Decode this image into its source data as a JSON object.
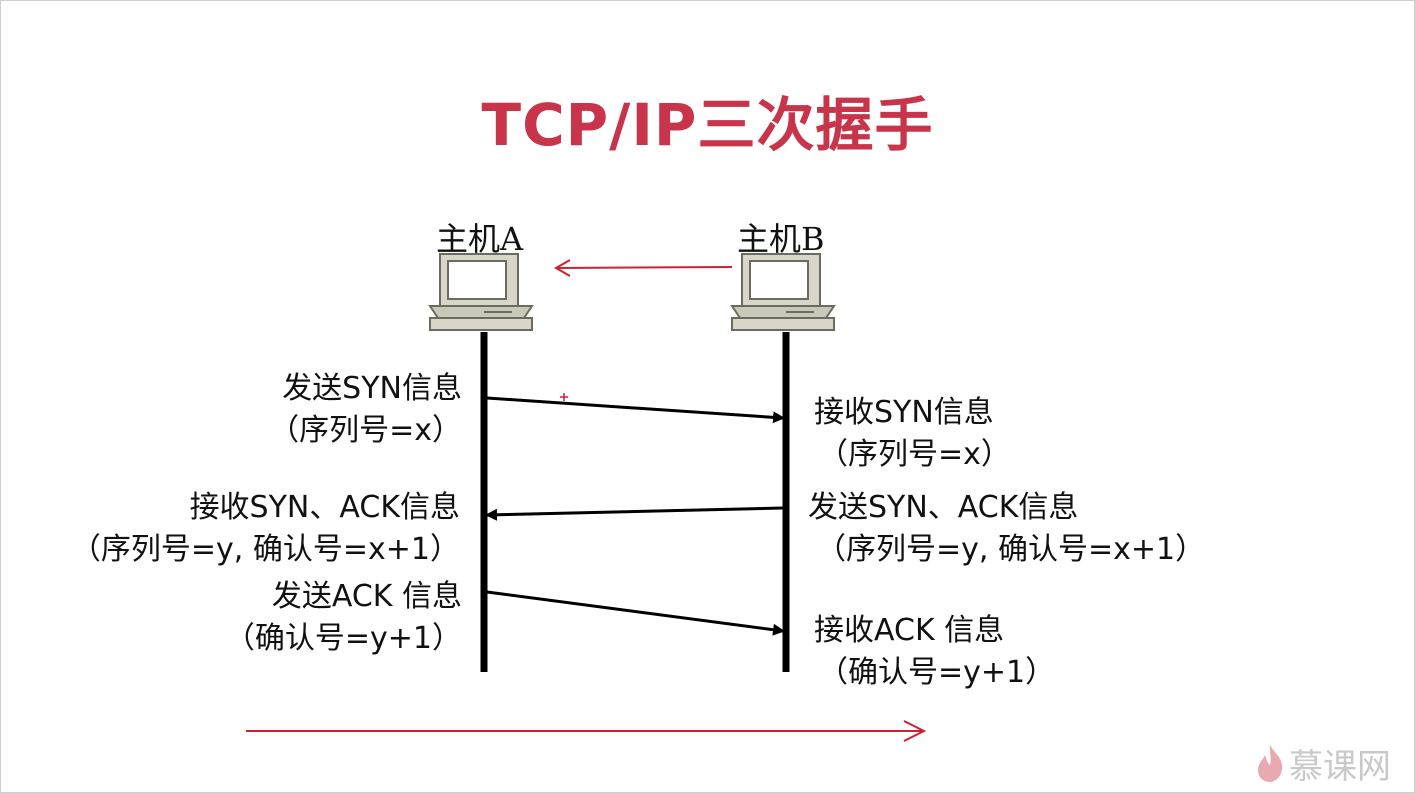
{
  "title": "TCP/IP三次握手",
  "hosts": {
    "a": "主机A",
    "b": "主机B"
  },
  "steps": [
    {
      "left_line1": "发送SYN信息",
      "left_line2": "（序列号=x）",
      "right_line1": "接收SYN信息",
      "right_line2": "（序列号=x）"
    },
    {
      "left_line1": "接收SYN、ACK信息",
      "left_line2": "（序列号=y, 确认号=x+1）",
      "right_line1": "发送SYN、ACK信息",
      "right_line2": "（序列号=y, 确认号=x+1）"
    },
    {
      "left_line1": "发送ACK 信息",
      "left_line2": "（确认号=y+1）",
      "right_line1": "接收ACK 信息",
      "right_line2": "（确认号=y+1）"
    }
  ],
  "logo": {
    "text": "慕课网",
    "icon": "flame-logo-icon"
  },
  "colors": {
    "title": "#c8344a",
    "annotation": "#cc2233",
    "line": "#000000"
  }
}
